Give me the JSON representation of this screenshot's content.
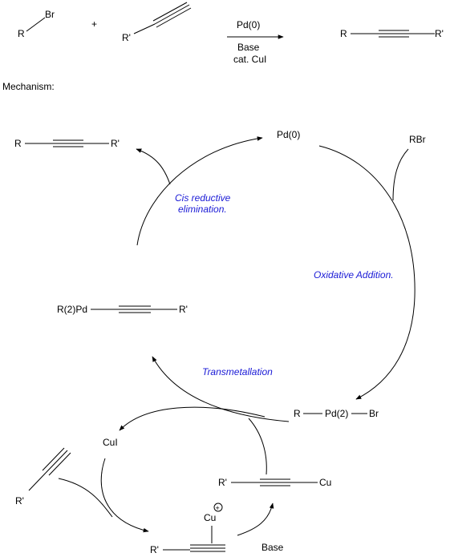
{
  "reaction": {
    "reactant1_r": "R",
    "reactant1_br": "Br",
    "plus": "+",
    "reactant2_r": "R'",
    "conditions_top": "Pd(0)",
    "conditions_mid": "Base",
    "conditions_bot": "cat. CuI",
    "product_r": "R",
    "product_r2": "R'"
  },
  "mechanism": {
    "heading": "Mechanism:",
    "pd0": "Pd(0)",
    "rbr": "RBr",
    "product_r": "R",
    "product_r2": "R'",
    "pd_int_left": "R",
    "pd_int_mid": "Pd(2)",
    "pd_int_right": "Br",
    "r2pd_left": "R(2)Pd",
    "r2pd_right": "R'",
    "cui": "CuI",
    "alkyne_r": "R'",
    "cu_complex_cu": "Cu",
    "cu_complex_plus": "+",
    "cu_complex_r": "R'",
    "cu_acetylide_r": "R'",
    "cu_acetylide_cu": "Cu",
    "base": "Base",
    "step_oxidative": "Oxidative Addition.",
    "step_transmet": "Transmetallation",
    "step_reductive_1": "Cis reductive",
    "step_reductive_2": "elimination."
  }
}
